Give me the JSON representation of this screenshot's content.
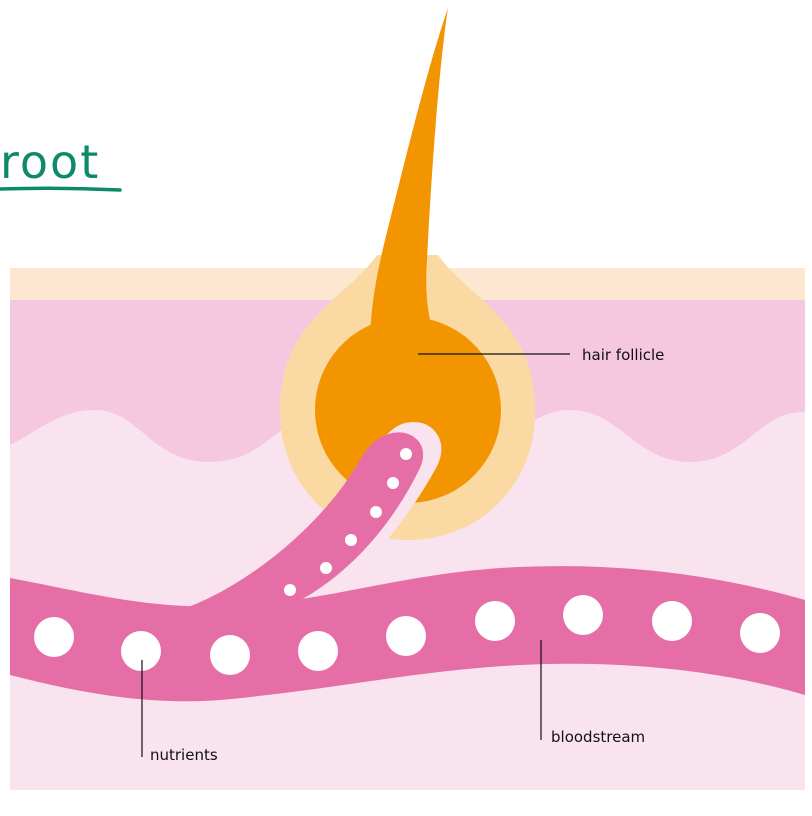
{
  "title": "root",
  "labels": {
    "hair_follicle": "hair follicle",
    "bloodstream": "bloodstream",
    "nutrients": "nutrients"
  },
  "colors": {
    "title": "#0e8a6a",
    "surface_layer": "#fde7d0",
    "dermis": "#f6c8e0",
    "subcutis": "#f9e3ef",
    "follicle_halo": "#fbd9a3",
    "hair": "#f39501",
    "vessel": "#e56ea6",
    "nutrient_dot": "#ffffff"
  }
}
